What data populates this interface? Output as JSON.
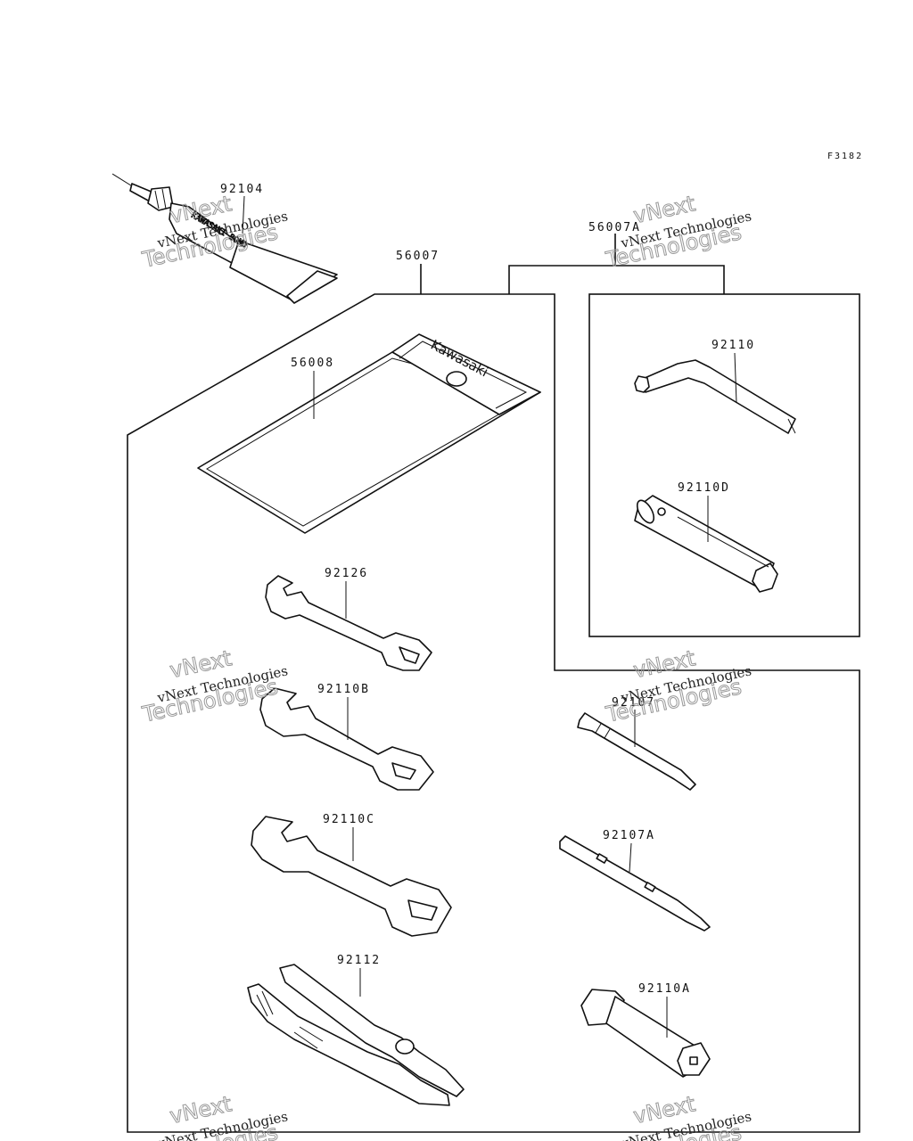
{
  "diagram": {
    "code": "F3182",
    "labels": {
      "p92104": "92104",
      "p56007": "56007",
      "p56007A": "56007A",
      "p56008": "56008",
      "p92110": "92110",
      "p92110D": "92110D",
      "p92126": "92126",
      "p92110B": "92110B",
      "p92110C": "92110C",
      "p92112": "92112",
      "p92107": "92107",
      "p92107A": "92107A",
      "p92110A": "92110A"
    },
    "bag_text": "Kawasaki",
    "tube_text": "KAWASAKI BOND"
  },
  "watermark": {
    "line1": "vNext Technologies",
    "line2": "Technologies",
    "line0": "vNext"
  }
}
